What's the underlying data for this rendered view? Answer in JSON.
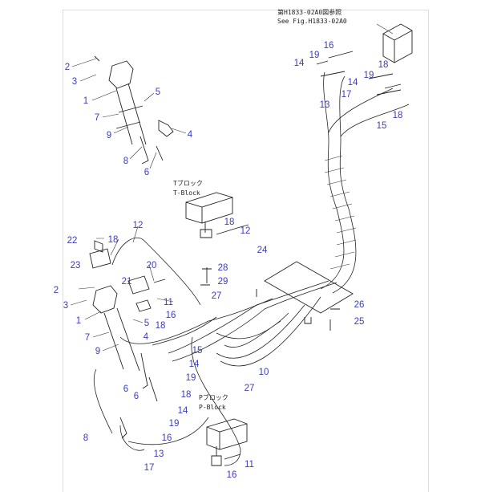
{
  "notes": {
    "ref_jp": "第H1833-02A0図参照",
    "ref_en": "See Fig.H1833-02A0",
    "t_block_jp": "Tブロック",
    "t_block_en": "T-Block",
    "p_block_jp": "Pブロック",
    "p_block_en": "P-Block"
  },
  "callouts": [
    "2",
    "3",
    "1",
    "5",
    "7",
    "9",
    "4",
    "8",
    "6",
    "12",
    "22",
    "18",
    "23",
    "20",
    "28",
    "29",
    "21",
    "2",
    "3",
    "11",
    "16",
    "1",
    "5",
    "18",
    "4",
    "7",
    "9",
    "15",
    "14",
    "19",
    "18",
    "6",
    "6",
    "14",
    "19",
    "16",
    "8",
    "13",
    "17",
    "11",
    "16",
    "14",
    "19",
    "16",
    "14",
    "17",
    "13",
    "18",
    "19",
    "18",
    "15",
    "24",
    "27",
    "10",
    "27",
    "26",
    "25",
    "18",
    "12"
  ],
  "colors": {
    "callout": "#3b3bc4",
    "line": "#222222"
  }
}
